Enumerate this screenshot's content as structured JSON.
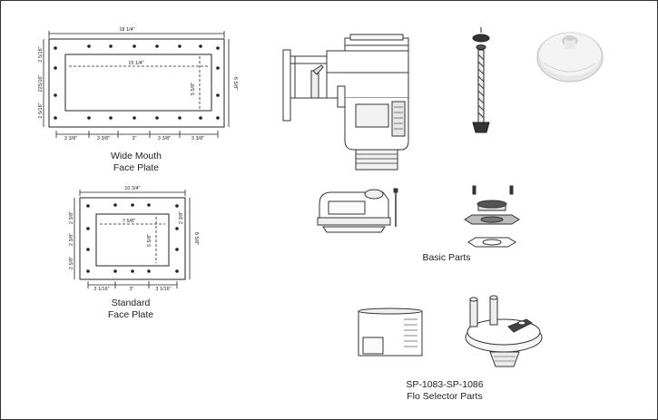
{
  "wide_mouth": {
    "caption_line1": "Wide Mouth",
    "caption_line2": "Face Plate",
    "overall_width": "18 1/4\"",
    "overall_height": "6 5/8\"",
    "opening_width": "15 1/4\"",
    "opening_height": "5 5/8\"",
    "left_offset_top": "2 5/16\"",
    "left_offset_mid": "225/16\"",
    "left_offset_bottom": "2 5/16\"",
    "bottom_spacings": [
      "3 3/8\"",
      "3 3/8\"",
      "3\"",
      "3 3/8\"",
      "3 3/8\""
    ]
  },
  "standard": {
    "caption_line1": "Standard",
    "caption_line2": "Face Plate",
    "overall_width": "10 3/4\"",
    "overall_height": "8 5/8\"",
    "opening_width": "7 5/8\"",
    "opening_height": "5 5/8\"",
    "left_offset_top": "2 3/8\"",
    "left_offset_mid": "2 3/8\"",
    "left_offset_bottom": "2 5/8\"",
    "right_offset": "2 3/8\"",
    "bottom_spacings": [
      "3 1/16\"",
      "3\"",
      "3 1/16\""
    ]
  },
  "basic_parts": {
    "caption": "Basic Parts"
  },
  "flo_selector": {
    "caption_line1": "SP-1083-SP-1086",
    "caption_line2": "Flo Selector Parts"
  }
}
